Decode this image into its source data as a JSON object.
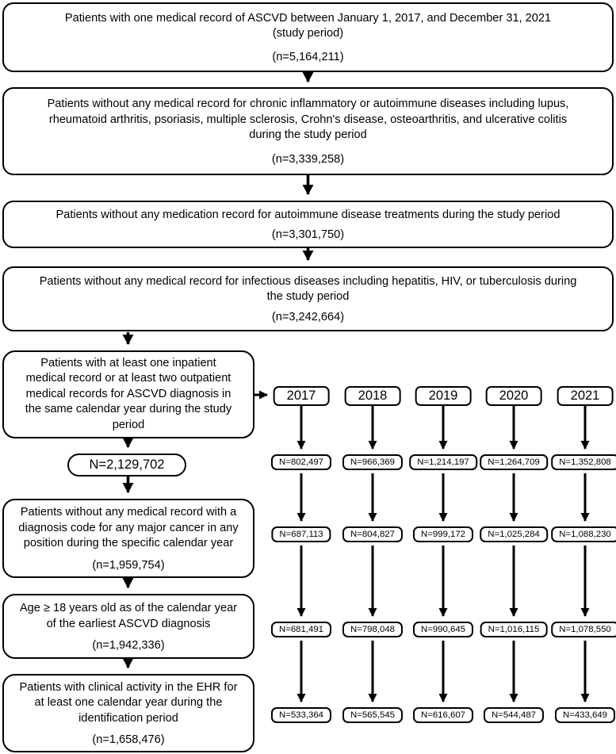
{
  "figure": {
    "main_boxes": [
      {
        "text": "Patients with one medical record of ASCVD between January 1, 2017, and December 31, 2021\n(study period)",
        "n": "(n=5,164,211)"
      },
      {
        "text": "Patients without any medical record for chronic inflammatory or autoimmune diseases including lupus,\nrheumatoid arthritis, psoriasis, multiple sclerosis, Crohn's disease, osteoarthritis, and ulcerative colitis\nduring the study period",
        "n": "(n=3,339,258)"
      },
      {
        "text": "Patients without any medication record for autoimmune disease treatments during the study period",
        "n": "(n=3,301,750)"
      },
      {
        "text": "Patients without any medical record for infectious diseases including hepatitis, HIV, or tuberculosis during\nthe study period",
        "n": "(n=3,242,664)"
      }
    ],
    "cohort_box": {
      "text": "Patients with at least one inpatient\nmedical record or at least two outpatient\nmedical records for ASCVD diagnosis in\nthe same calendar year during the study\nperiod"
    },
    "total_pill": "N=2,129,702",
    "left_boxes": [
      {
        "text": "Patients without any medical record with a\ndiagnosis code for any major cancer in any\nposition during the specific calendar year",
        "n": "(n=1,959,754)"
      },
      {
        "text": "Age ≥ 18 years old as of the calendar year\nof the earliest ASCVD diagnosis",
        "n": "(n=1,942,336)"
      },
      {
        "text": "Patients with clinical activity in the EHR for\nat least one calendar year during the\nidentification period",
        "n": "(n=1,658,476)"
      }
    ],
    "years": [
      {
        "label": "2017",
        "counts": [
          "N=802,497",
          "N=687,113",
          "N=681,491",
          "N=533,364"
        ]
      },
      {
        "label": "2018",
        "counts": [
          "N=966,369",
          "N=804,827",
          "N=798,048",
          "N=565,545"
        ]
      },
      {
        "label": "2019",
        "counts": [
          "N=1,214,197",
          "N=999,172",
          "N=990,645",
          "N=616,607"
        ]
      },
      {
        "label": "2020",
        "counts": [
          "N=1,264,709",
          "N=1,025,284",
          "N=1,016,115",
          "N=544,487"
        ]
      },
      {
        "label": "2021",
        "counts": [
          "N=1,352,808",
          "N=1,088,230",
          "N=1,078,550",
          "N=433,649"
        ]
      }
    ],
    "colors": {
      "border": "#000000",
      "text": "#000000",
      "background": "#ffffff"
    }
  }
}
